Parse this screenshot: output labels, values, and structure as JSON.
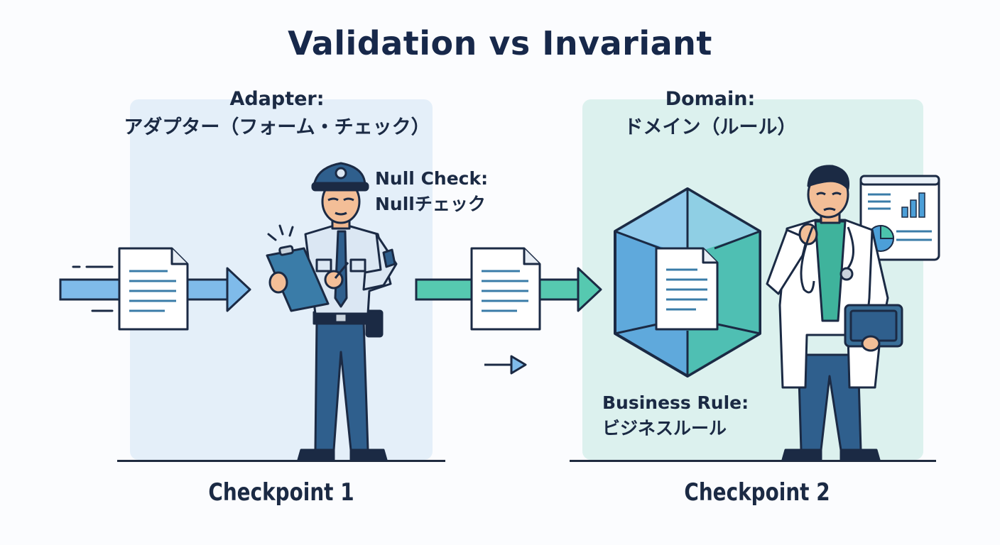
{
  "title": "Validation vs Invariant",
  "adapter": {
    "line1": "Adapter:",
    "line2": "アダプター（フォーム・チェック）"
  },
  "domain": {
    "line1": "Domain:",
    "line2": "ドメイン（ルール）"
  },
  "null_check": {
    "line1": "Null Check:",
    "line2": "Nullチェック"
  },
  "business_rule": {
    "line1": "Business Rule:",
    "line2": "ビジネスルール"
  },
  "checkpoints": [
    "Checkpoint 1",
    "Checkpoint 2"
  ],
  "colors": {
    "adapter_zone": "#e4eff9",
    "domain_zone": "#dcf1ee",
    "blue_arrow": "#6fb3e6",
    "teal_arrow": "#3fc1a6",
    "officer_uniform": "#2f5f8d",
    "outline": "#1b2a44"
  },
  "icons": [
    "document-icon",
    "clipboard-icon",
    "police-officer-icon",
    "doctor-icon",
    "hexagon-shield-icon",
    "dashboard-chart-icon",
    "tablet-icon",
    "stethoscope-icon"
  ]
}
